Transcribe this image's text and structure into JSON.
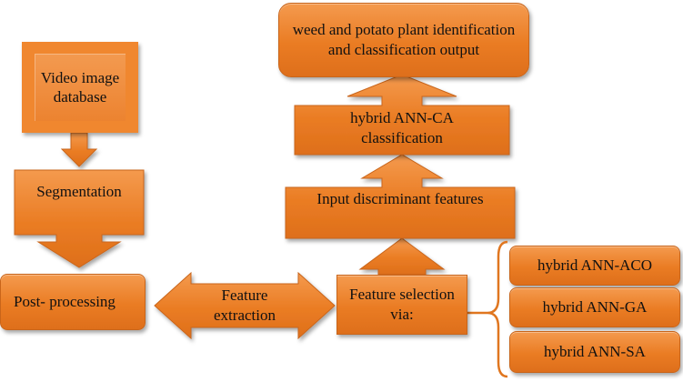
{
  "nodes": {
    "output": "weed and potato plant identification and classification output",
    "classification": "hybrid ANN-CA classification",
    "input_features": "Input discriminant features",
    "video_db": "Video image database",
    "segmentation": "Segmentation",
    "post_processing": "Post- processing",
    "feature_extraction": "Feature extraction",
    "feature_selection": "Feature selection via:",
    "aco": "hybrid ANN-ACO",
    "ga": "hybrid ANN-GA",
    "sa": "hybrid ANN-SA"
  },
  "colors": {
    "fill": "#ec8330",
    "fill_light": "#f49a4e",
    "edge": "#c9651a"
  }
}
